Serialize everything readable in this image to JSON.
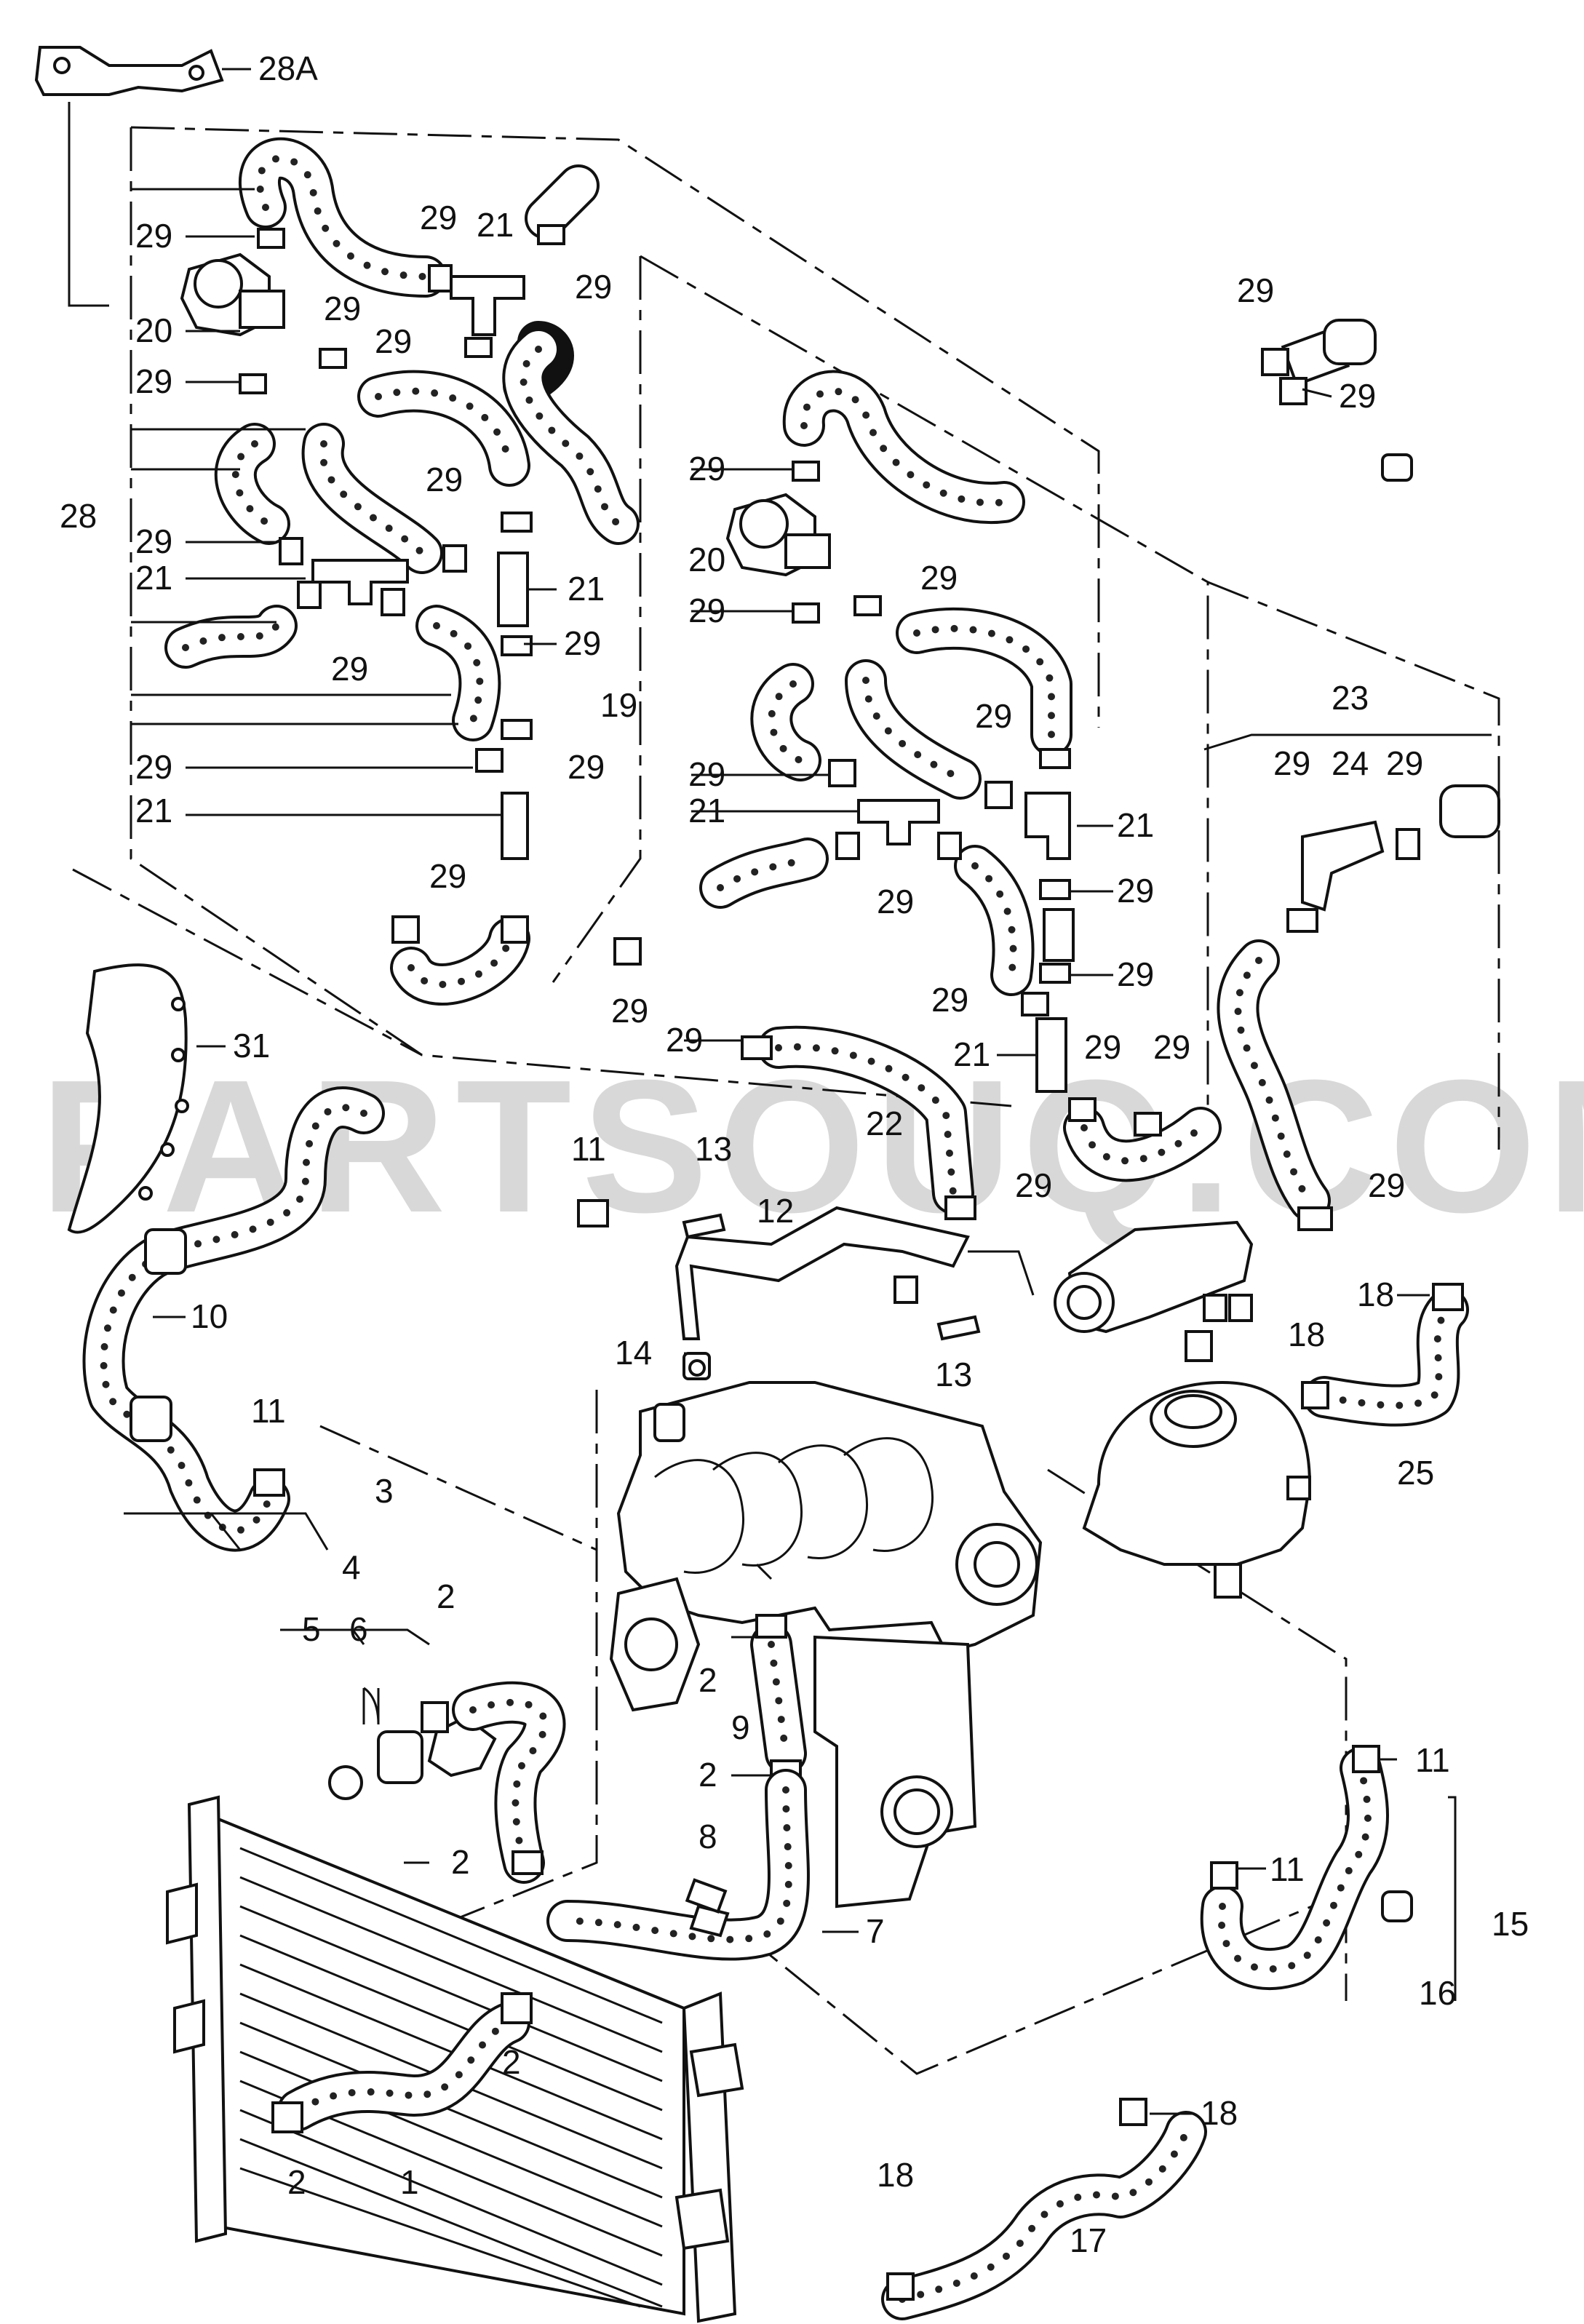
{
  "watermark": "PARTSOUQ.COM",
  "callouts": [
    {
      "id": "28A",
      "label": "28A"
    },
    {
      "id": "28",
      "label": "28"
    },
    {
      "id": "19",
      "label": "19"
    },
    {
      "id": "23",
      "label": "23"
    },
    {
      "id": "24",
      "label": "24"
    },
    {
      "id": "20",
      "label": "20"
    },
    {
      "id": "21",
      "label": "21"
    },
    {
      "id": "22",
      "label": "22"
    },
    {
      "id": "29",
      "label": "29"
    },
    {
      "id": "31",
      "label": "31"
    },
    {
      "id": "10",
      "label": "10"
    },
    {
      "id": "11",
      "label": "11"
    },
    {
      "id": "12",
      "label": "12"
    },
    {
      "id": "13",
      "label": "13"
    },
    {
      "id": "14",
      "label": "14"
    },
    {
      "id": "18",
      "label": "18"
    },
    {
      "id": "25",
      "label": "25"
    },
    {
      "id": "3",
      "label": "3"
    },
    {
      "id": "4",
      "label": "4"
    },
    {
      "id": "5",
      "label": "5"
    },
    {
      "id": "6",
      "label": "6"
    },
    {
      "id": "2",
      "label": "2"
    },
    {
      "id": "9",
      "label": "9"
    },
    {
      "id": "8",
      "label": "8"
    },
    {
      "id": "7",
      "label": "7"
    },
    {
      "id": "1",
      "label": "1"
    },
    {
      "id": "15",
      "label": "15"
    },
    {
      "id": "16",
      "label": "16"
    },
    {
      "id": "17",
      "label": "17"
    }
  ]
}
